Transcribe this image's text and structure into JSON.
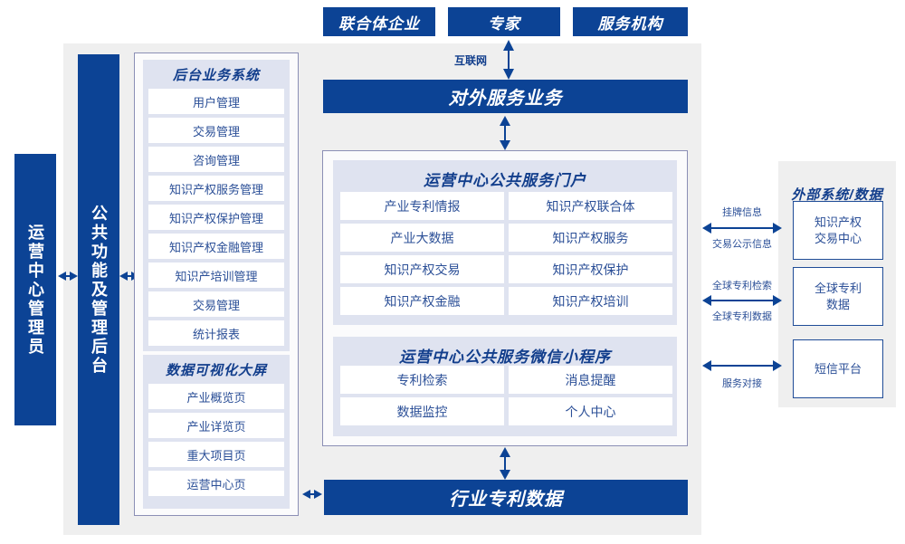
{
  "top_actors": [
    {
      "label": "联合体企业"
    },
    {
      "label": "专家"
    },
    {
      "label": "服务机构"
    }
  ],
  "internet_label": "互联网",
  "external_service": {
    "label": "对外服务业务"
  },
  "left_columns": [
    {
      "label": "运营中心管理员"
    },
    {
      "label": "公共功能及管理后台"
    }
  ],
  "backend_system": {
    "title": "后台业务系统",
    "items": [
      {
        "label": "用户管理"
      },
      {
        "label": "交易管理"
      },
      {
        "label": "咨询管理"
      },
      {
        "label": "知识产权服务管理"
      },
      {
        "label": "知识产权保护管理"
      },
      {
        "label": "知识产权金融管理"
      },
      {
        "label": "知识产培训管理"
      },
      {
        "label": "交易管理"
      },
      {
        "label": "统计报表"
      }
    ]
  },
  "data_visualization": {
    "title": "数据可视化大屏",
    "items": [
      {
        "label": "产业概览页"
      },
      {
        "label": "产业详览页"
      },
      {
        "label": "重大项目页"
      },
      {
        "label": "运营中心页"
      }
    ]
  },
  "portal": {
    "title": "运营中心公共服务门户",
    "items": [
      {
        "label": "产业专利情报"
      },
      {
        "label": "知识产权联合体"
      },
      {
        "label": "产业大数据"
      },
      {
        "label": "知识产权服务"
      },
      {
        "label": "知识产权交易"
      },
      {
        "label": "知识产权保护"
      },
      {
        "label": "知识产权金融"
      },
      {
        "label": "知识产权培训"
      }
    ]
  },
  "miniprogram": {
    "title": "运营中心公共服务微信小程序",
    "items": [
      {
        "label": "专利检索"
      },
      {
        "label": "消息提醒"
      },
      {
        "label": "数据监控"
      },
      {
        "label": "个人中心"
      }
    ]
  },
  "industry_data": {
    "label": "行业专利数据"
  },
  "external": {
    "title": "外部系统/数据",
    "boxes": [
      {
        "label": "知识产权\n交易中心",
        "line1": "知识产权",
        "line2": "交易中心"
      },
      {
        "label": "全球专利\n数据",
        "line1": "全球专利",
        "line2": "数据"
      },
      {
        "label": "短信平台",
        "line1": "短信平台",
        "line2": ""
      }
    ],
    "connectors": [
      {
        "above": "挂牌信息",
        "below": "交易公示信息"
      },
      {
        "above": "全球专利检索",
        "below": "全球专利数据"
      },
      {
        "above": "",
        "below": "服务对接"
      }
    ]
  },
  "colors": {
    "brand_blue": "#0c4395",
    "text_blue": "#2b4f97",
    "title_blue": "#123e8c",
    "region_gray": "#efefef",
    "group_lavender": "#dfe3f0",
    "panel_border": "#8b8fb5"
  }
}
